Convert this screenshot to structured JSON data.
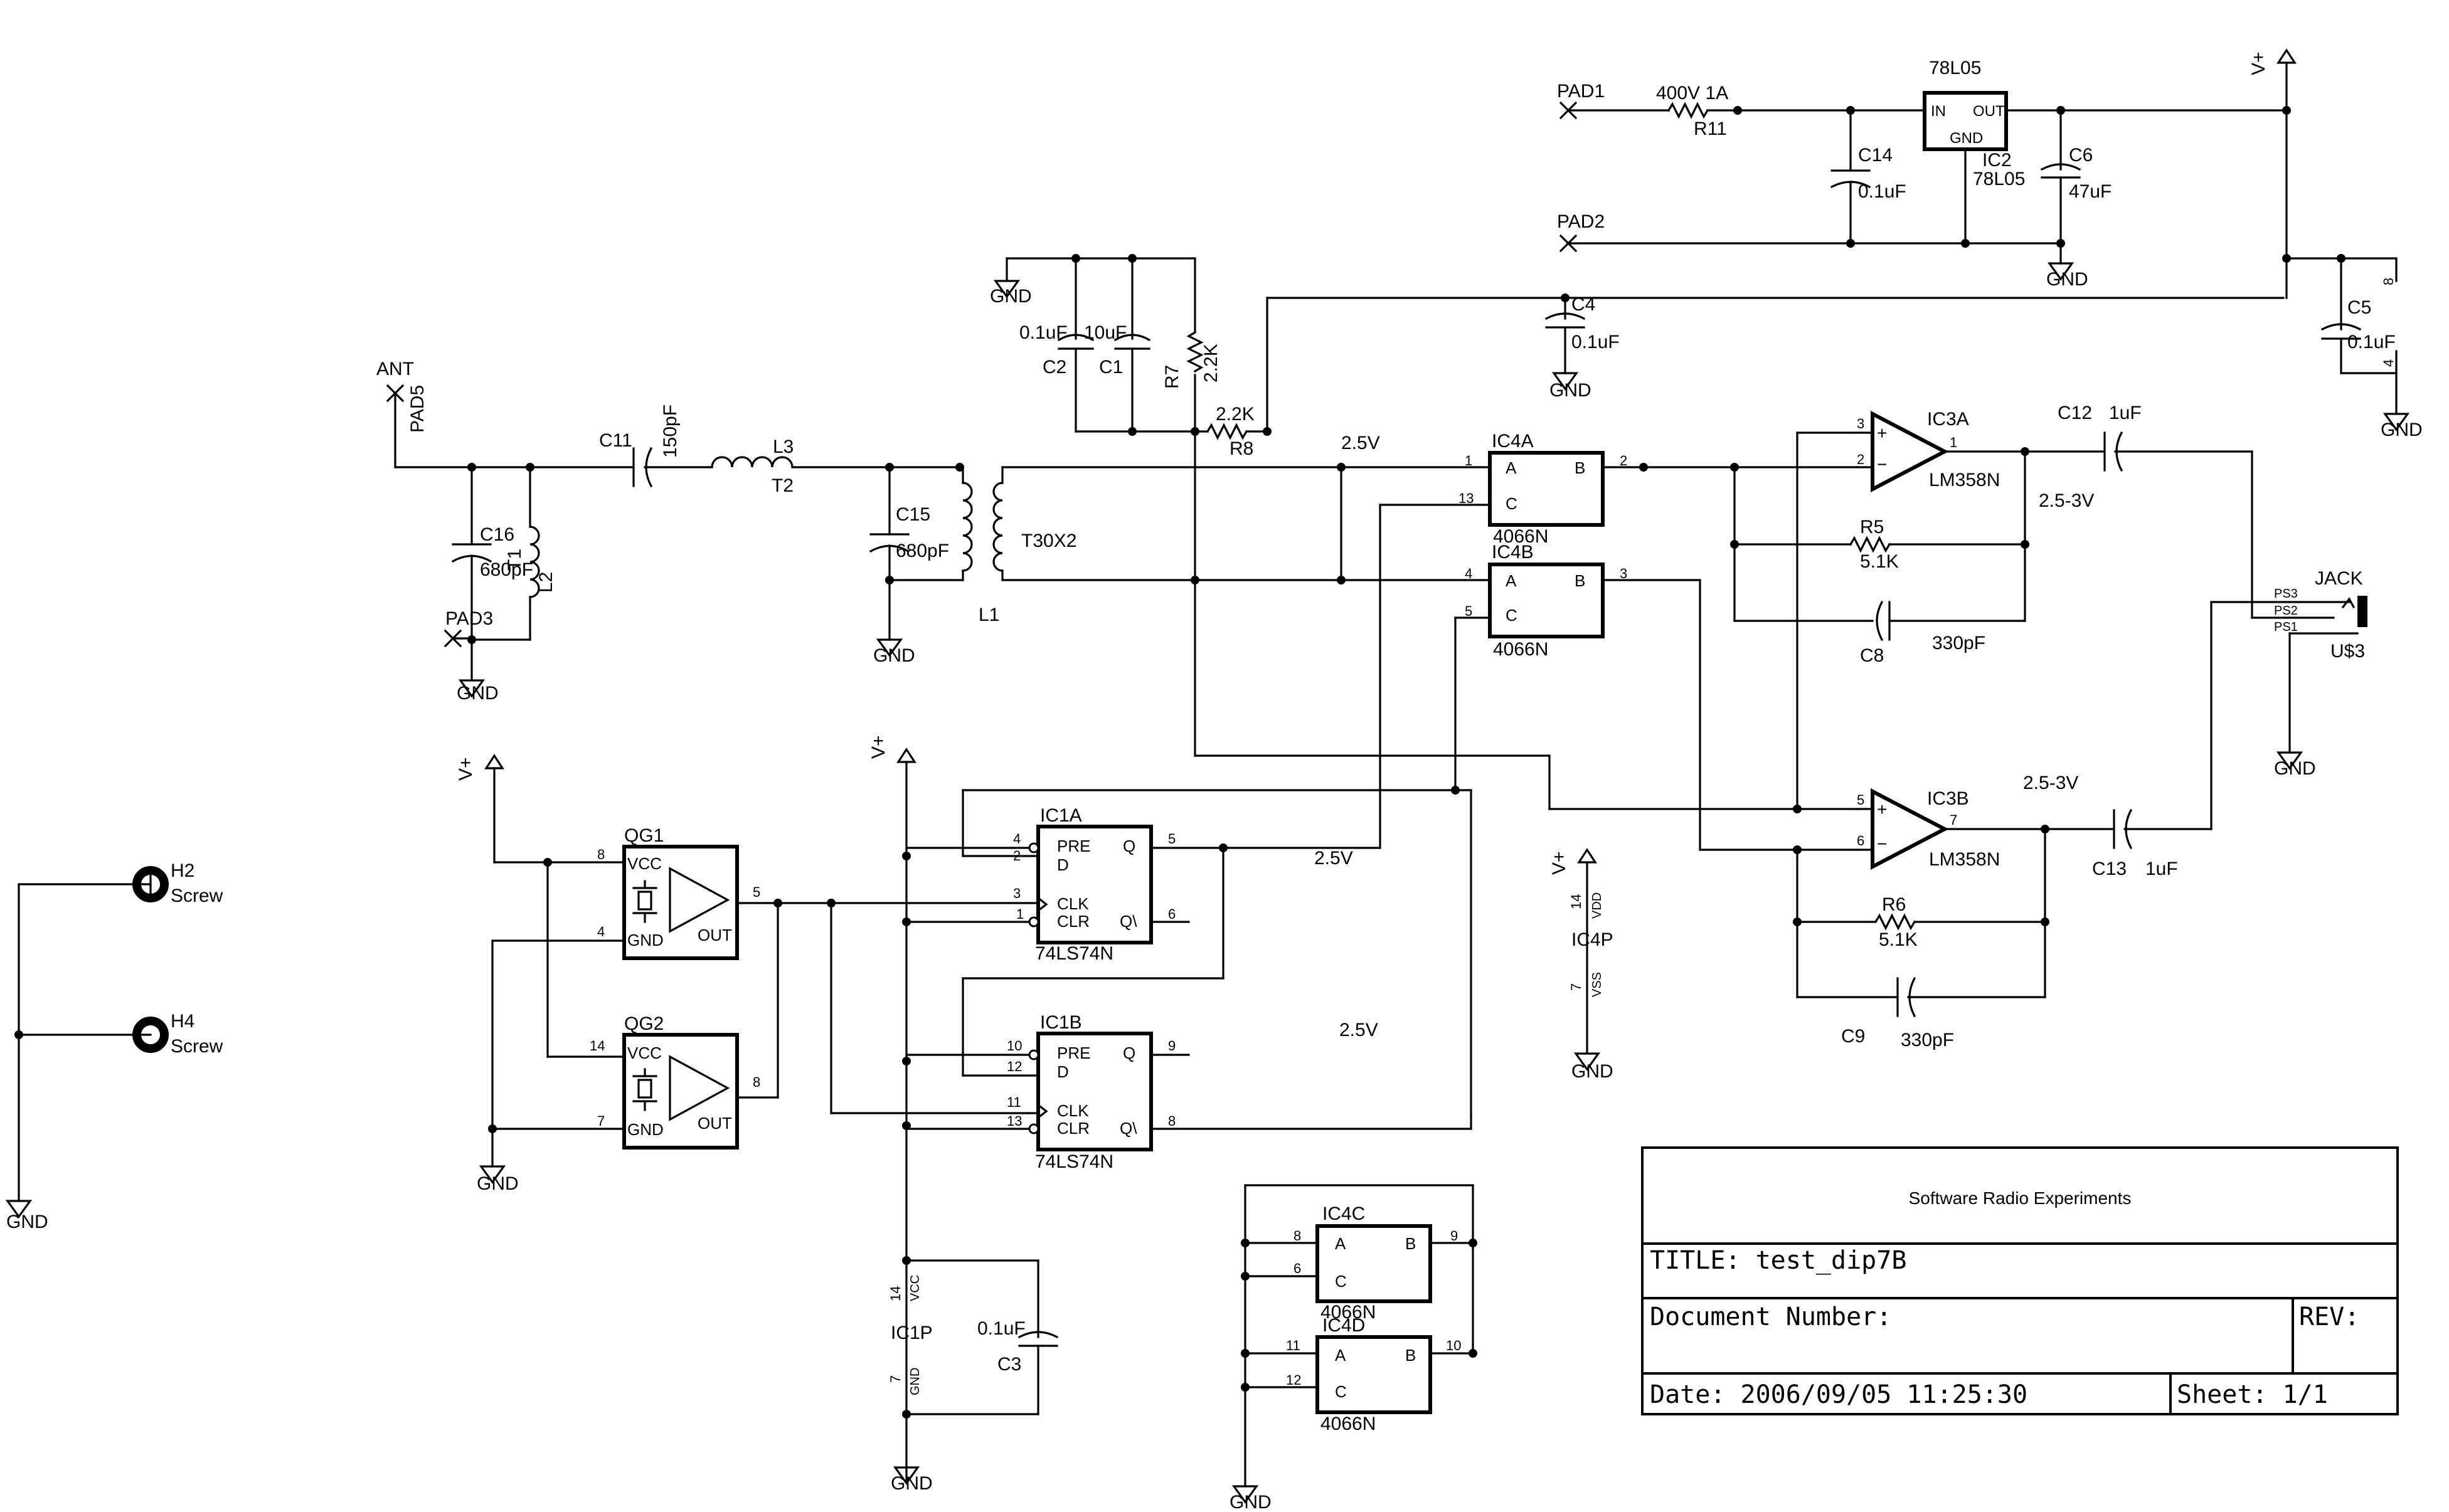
{
  "title_block": {
    "project": "Software Radio Experiments",
    "title": "TITLE:  test_dip7B",
    "document_number": "Document Number:",
    "rev": "REV:",
    "date": "Date: 2006/09/05 11:25:30",
    "sheet": "Sheet: 1/1"
  },
  "labels": {
    "ant": "ANT",
    "pad5": "PAD5",
    "pad3": "PAD3",
    "pad1": "PAD1",
    "pad2": "PAD2",
    "c16": "C16",
    "c16v": "680pF",
    "t1": "T1",
    "l2": "L2",
    "c11": "C11",
    "c11v": "150pF",
    "l3": "L3",
    "t2": "T2",
    "c15": "C15",
    "c15v": "680pF",
    "t30": "T30X2",
    "l1": "L1",
    "c2v": "0.1uF",
    "c2": "C2",
    "c1v": "10uF",
    "c1": "C1",
    "r7": "R7",
    "r7v": "2.2K",
    "r8v": "2.2K",
    "r8": "R8",
    "r11v": "400V 1A",
    "r11": "R11",
    "c14": "C14",
    "c14v": "0.1uF",
    "reg": "78L05",
    "in": "IN",
    "out": "OUT",
    "gndp": "GND",
    "ic2": "IC2",
    "ic2v": "78L05",
    "c6": "C6",
    "c6v": "47uF",
    "c4": "C4",
    "c4v": "0.1uF",
    "c5": "C5",
    "c5v": "0.1uF",
    "v25a": "2.5V",
    "v25b": "2.5V",
    "v25c": "2.5V",
    "ic4a": "IC4A",
    "ic4b": "IC4B",
    "ic4c": "IC4C",
    "ic4d": "IC4D",
    "ic4p": "IC4P",
    "part4066": "4066N",
    "pa": "A",
    "pb": "B",
    "pc": "C",
    "ic3a": "IC3A",
    "ic3b": "IC3B",
    "lm358": "LM358N",
    "c12": "C12",
    "c12v": "1uF",
    "c13": "C13",
    "c13v": "1uF",
    "v253a": "2.5-3V",
    "v253b": "2.5-3V",
    "r5": "R5",
    "r5v": "5.1K",
    "r6": "R6",
    "r6v": "5.1K",
    "c8": "C8",
    "c8v": "330pF",
    "c9": "C9",
    "c9v": "330pF",
    "jack": "JACK",
    "ps3": "PS3",
    "ps2": "PS2",
    "ps1": "PS1",
    "us3": "U$3",
    "gnd": "GND",
    "vplus": "V+",
    "qg1": "QG1",
    "qg2": "QG2",
    "vcc": "VCC",
    "vss": "VSS",
    "vdd": "VDD",
    "ic1a": "IC1A",
    "ic1b": "IC1B",
    "ic1p": "IC1P",
    "ls74": "74LS74N",
    "pre": "PRE",
    "d": "D",
    "clk": "CLK",
    "clr": "CLR",
    "q": "Q",
    "qn": "Q\\",
    "c3": "C3",
    "c3v": "0.1uF",
    "h2": "H2",
    "h4": "H4",
    "screw": "Screw",
    "n1": "1",
    "n2": "2",
    "n3": "3",
    "n4": "4",
    "n5": "5",
    "n6": "6",
    "n7": "7",
    "n8": "8",
    "n9": "9",
    "n10": "10",
    "n11": "11",
    "n12": "12",
    "n13": "13",
    "n14": "14"
  }
}
